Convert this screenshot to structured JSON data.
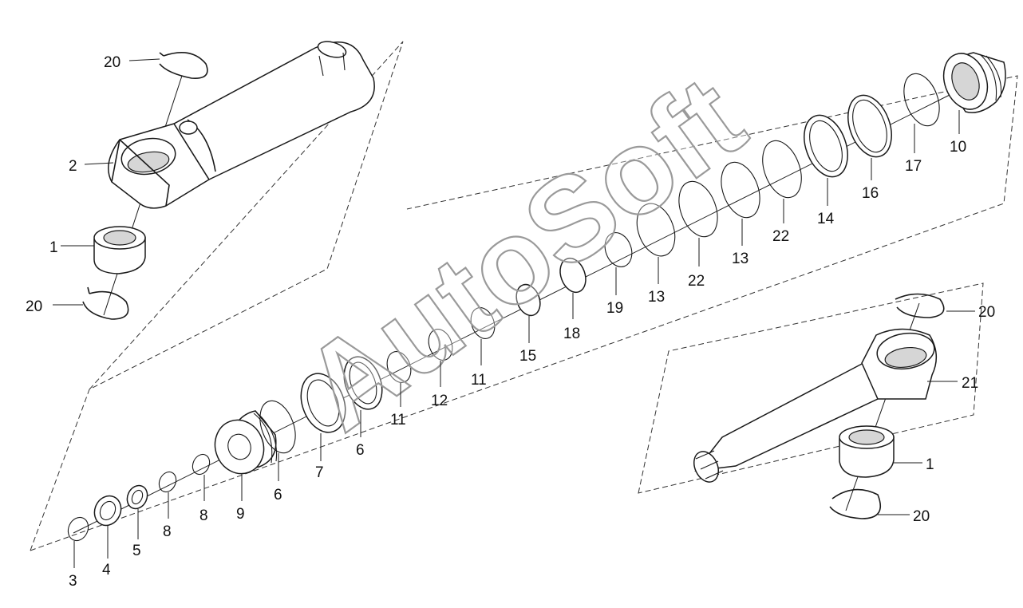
{
  "watermark": "AutoSoft",
  "callouts": [
    {
      "id": "c20a",
      "text": "20"
    },
    {
      "id": "c2",
      "text": "2"
    },
    {
      "id": "c1a",
      "text": "1"
    },
    {
      "id": "c20b",
      "text": "20"
    },
    {
      "id": "c3",
      "text": "3"
    },
    {
      "id": "c4",
      "text": "4"
    },
    {
      "id": "c5",
      "text": "5"
    },
    {
      "id": "c8a",
      "text": "8"
    },
    {
      "id": "c8b",
      "text": "8"
    },
    {
      "id": "c9",
      "text": "9"
    },
    {
      "id": "c6a",
      "text": "6"
    },
    {
      "id": "c7",
      "text": "7"
    },
    {
      "id": "c6b",
      "text": "6"
    },
    {
      "id": "c11a",
      "text": "11"
    },
    {
      "id": "c12",
      "text": "12"
    },
    {
      "id": "c11b",
      "text": "11"
    },
    {
      "id": "c15",
      "text": "15"
    },
    {
      "id": "c18",
      "text": "18"
    },
    {
      "id": "c19",
      "text": "19"
    },
    {
      "id": "c13a",
      "text": "13"
    },
    {
      "id": "c22a",
      "text": "22"
    },
    {
      "id": "c13b",
      "text": "13"
    },
    {
      "id": "c22b",
      "text": "22"
    },
    {
      "id": "c14",
      "text": "14"
    },
    {
      "id": "c16",
      "text": "16"
    },
    {
      "id": "c17",
      "text": "17"
    },
    {
      "id": "c10",
      "text": "10"
    },
    {
      "id": "c20c",
      "text": "20"
    },
    {
      "id": "c21",
      "text": "21"
    },
    {
      "id": "c1b",
      "text": "1"
    },
    {
      "id": "c20d",
      "text": "20"
    }
  ]
}
